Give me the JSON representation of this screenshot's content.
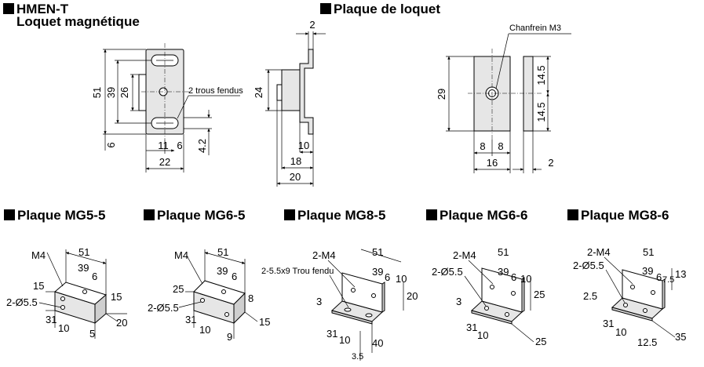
{
  "sections": {
    "latch": {
      "title": "HMEN-T",
      "subtitle": "Loquet magnétique"
    },
    "plate": {
      "title": "Plaque de loquet"
    },
    "mg5_5": {
      "title": "Plaque MG5-5"
    },
    "mg6_5": {
      "title": "Plaque MG6-5"
    },
    "mg8_5": {
      "title": "Plaque MG8-5"
    },
    "mg6_6": {
      "title": "Plaque MG6-6"
    },
    "mg8_6": {
      "title": "Plaque MG8-6"
    }
  },
  "latch_front": {
    "dims": {
      "h51": "51",
      "h39": "39",
      "h26": "26",
      "h6": "6",
      "w11": "11",
      "w6": "6",
      "w22": "22",
      "h4_2": "4.2"
    },
    "note": "2 trous fendus"
  },
  "latch_side": {
    "dims": {
      "t2": "2",
      "h24": "24",
      "w10": "10",
      "w18": "18",
      "w20": "20"
    }
  },
  "latch_plate": {
    "note": "Chanfrein M3",
    "dims": {
      "h29": "29",
      "h14_5a": "14.5",
      "h14_5b": "14.5",
      "w8a": "8",
      "w8b": "8",
      "w16": "16",
      "t2": "2"
    }
  },
  "plate_dims": {
    "mg5_5": {
      "m4": "M4",
      "d51": "51",
      "d39": "39",
      "d6": "6",
      "d15a": "15",
      "d15b": "15",
      "hole": "2-Ø5.5",
      "d31": "31",
      "d10": "10",
      "d20": "20",
      "d5": "5"
    },
    "mg6_5": {
      "m4": "M4",
      "d51": "51",
      "d39": "39",
      "d6": "6",
      "d25": "25",
      "d8": "8",
      "hole": "2-Ø5.5",
      "d31": "31",
      "d10": "10",
      "d15": "15",
      "d9": "9"
    },
    "mg8_5": {
      "m4": "2-M4",
      "slot": "2-5.5x9 Trou fendu",
      "d51": "51",
      "d39": "39",
      "d6": "6",
      "d10": "10",
      "d20": "20",
      "d3": "3",
      "d31": "31",
      "d10b": "10",
      "d40": "40",
      "d3_5": "3.5"
    },
    "mg6_6": {
      "m4": "2-M4",
      "hole": "2-Ø5.5",
      "d51": "51",
      "d39": "39",
      "d6": "6",
      "d10": "10",
      "d25a": "25",
      "d3": "3",
      "d31": "31",
      "d10b": "10",
      "d25b": "25"
    },
    "mg8_6": {
      "m4": "2-M4",
      "hole": "2-Ø5.5",
      "d51": "51",
      "d39": "39",
      "d6": "6",
      "d7_5": "7.5",
      "d13": "13",
      "d2_5": "2.5",
      "d31": "31",
      "d10": "10",
      "d12_5": "12.5",
      "d35": "35"
    }
  }
}
